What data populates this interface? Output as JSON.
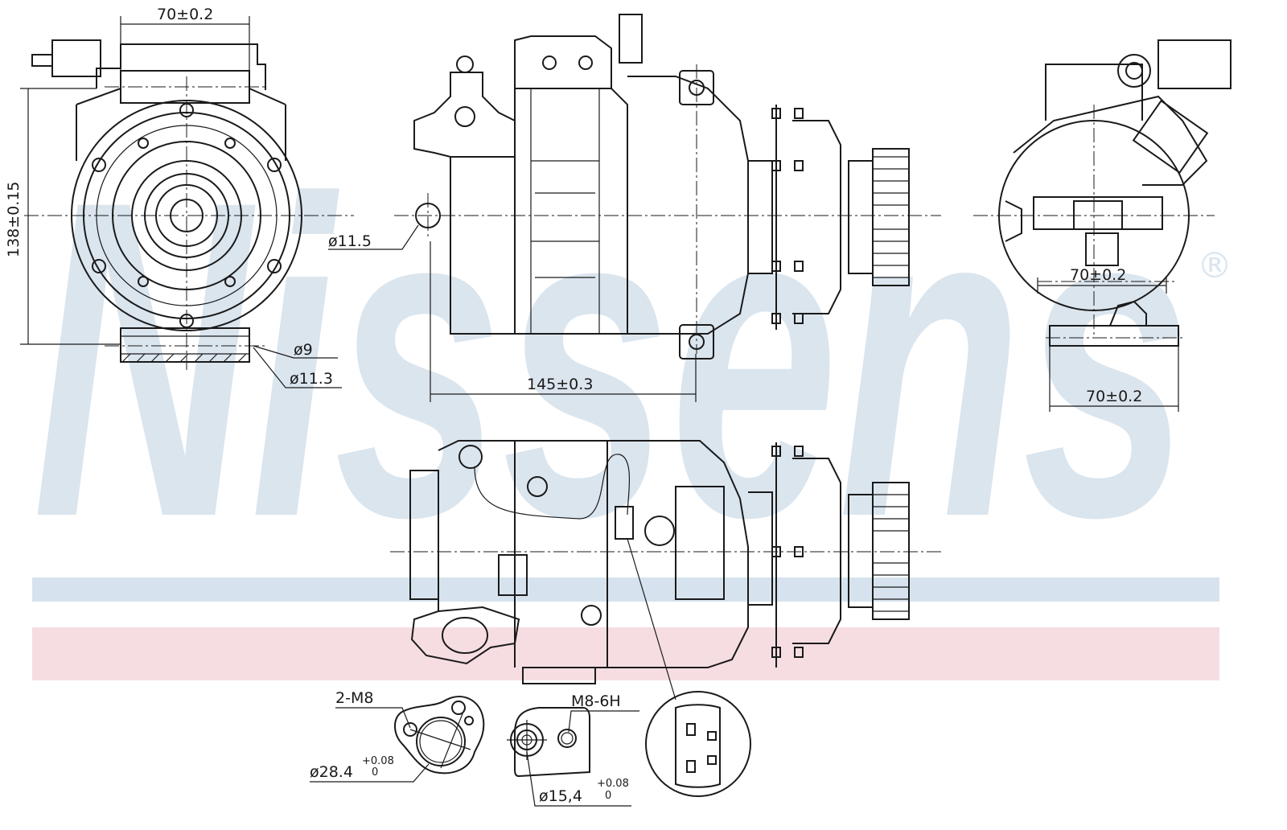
{
  "watermark": {
    "brand": "Nissens",
    "registered": "®"
  },
  "colors": {
    "band_blue": "#d6e3ee",
    "band_pink": "#f6dde2",
    "watermark": "#dbe5ee",
    "line": "#1a1a1a"
  },
  "dimensions": {
    "front_width": "70±0.2",
    "front_height": "138±0.15",
    "hole_small": "ø9",
    "hole_large": "ø11.3",
    "side_hole": "ø11.5",
    "side_length": "145±0.3",
    "rear_width_upper": "70±0.2",
    "rear_width_lower": "70±0.2"
  },
  "port_details": {
    "suction_thread": "2-M8",
    "suction_diameter": "ø28.4",
    "suction_tol_upper": "+0.08",
    "suction_tol_lower": "0",
    "discharge_thread": "M8-6H",
    "discharge_diameter": "ø15,4",
    "discharge_tol_upper": "+0.08",
    "discharge_tol_lower": "0"
  }
}
